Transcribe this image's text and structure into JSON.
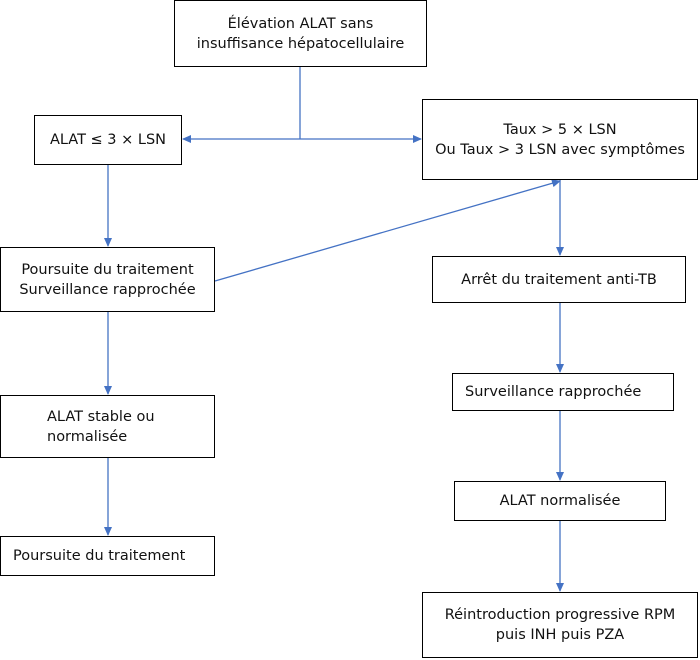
{
  "colors": {
    "arrow": "#4472c4",
    "border": "#000000",
    "text": "#111111"
  },
  "nodes": {
    "start": "Élévation ALAT sans\ninsuffisance hépatocellulaire",
    "alat_low": "ALAT ≤ 3 × LSN",
    "taux_high": "Taux > 5 × LSN\nOu Taux > 3 LSN avec symptômes",
    "continue_monitor": "Poursuite du traitement\nSurveillance rapprochée",
    "stop_treatment": "Arrêt du traitement anti-TB",
    "alat_stable": "ALAT stable ou\nnormalisée",
    "close_monitoring": "Surveillance rapprochée",
    "continue_treatment": "Poursuite du traitement",
    "alat_normalised": "ALAT normalisée",
    "reintroduction": "Réintroduction progressive RPM\npuis INH puis PZA"
  }
}
